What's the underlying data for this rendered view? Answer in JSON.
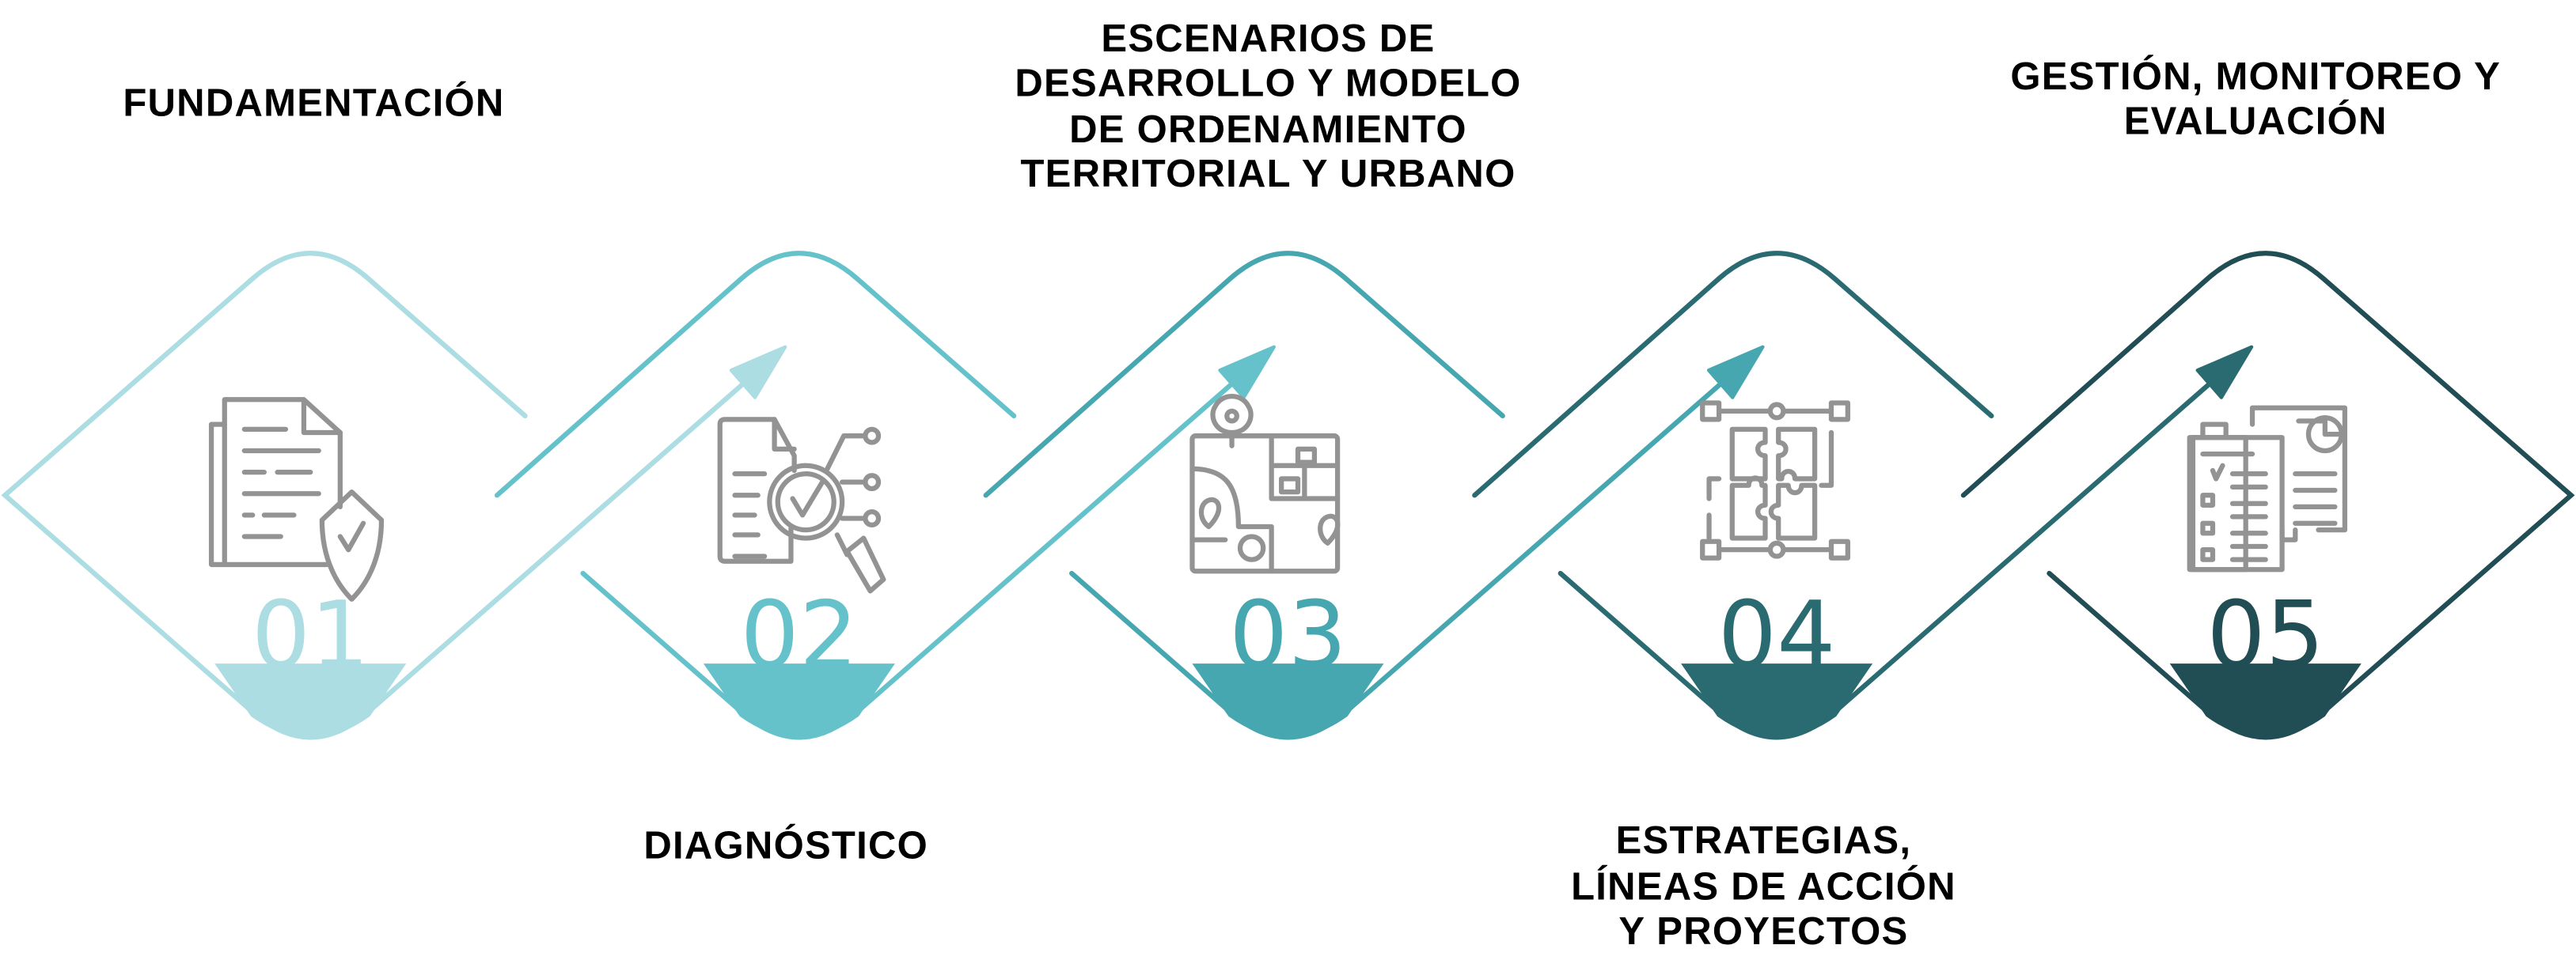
{
  "colors": [
    "#abdde2",
    "#66c2ca",
    "#46a7b0",
    "#2a6b72",
    "#214d54"
  ],
  "icon_color": "#939393",
  "steps": [
    {
      "number": "01",
      "label_lines": [
        "FUNDAMENTACIÓN"
      ],
      "icon": "document-shield-icon"
    },
    {
      "number": "02",
      "label_lines": [
        "DIAGNÓSTICO"
      ],
      "icon": "document-magnifier-icon"
    },
    {
      "number": "03",
      "label_lines": [
        "ESCENARIOS DE",
        "DESARROLLO Y MODELO",
        "DE ORDENAMIENTO",
        "TERRITORIAL Y URBANO"
      ],
      "icon": "map-pins-icon"
    },
    {
      "number": "04",
      "label_lines": [
        "ESTRATEGIAS,",
        "LÍNEAS DE ACCIÓN",
        "Y PROYECTOS"
      ],
      "icon": "puzzle-network-icon"
    },
    {
      "number": "05",
      "label_lines": [
        "GESTIÓN, MONITOREO Y",
        "EVALUACIÓN"
      ],
      "icon": "report-checklist-icon"
    }
  ]
}
